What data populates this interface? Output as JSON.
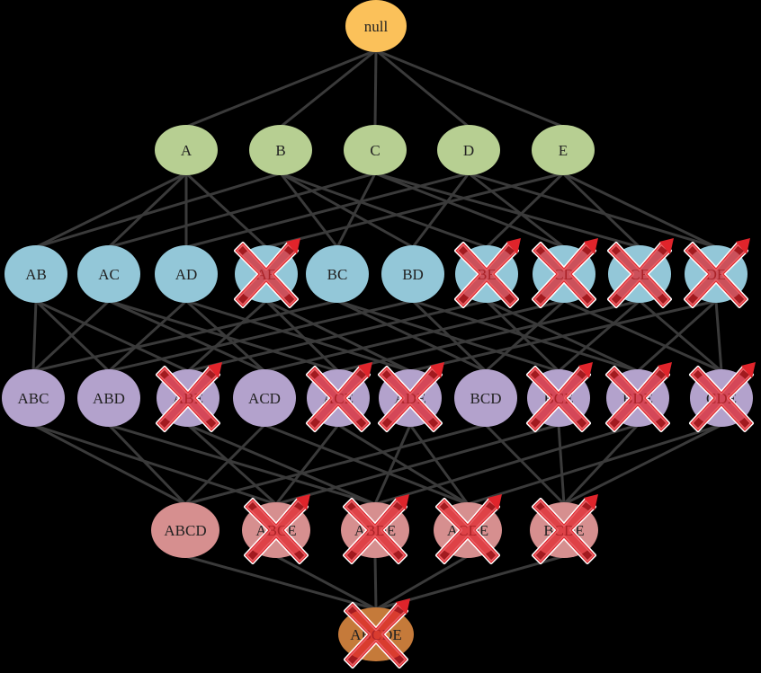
{
  "colors": {
    "background": "#000000",
    "edge": "#3a3a3a",
    "level0": "#fbc15a",
    "level1": "#b7cf92",
    "level2": "#93c7d8",
    "level3": "#b3a2cc",
    "level4": "#d68f8f",
    "level5": "#c57a3a",
    "cross_fill": "#e0242b",
    "cross_outline": "#ffffff"
  },
  "levels": [
    {
      "nodes": [
        {
          "label": "null",
          "pruned": false
        }
      ]
    },
    {
      "nodes": [
        {
          "label": "A",
          "pruned": false
        },
        {
          "label": "B",
          "pruned": false
        },
        {
          "label": "C",
          "pruned": false
        },
        {
          "label": "D",
          "pruned": false
        },
        {
          "label": "E",
          "pruned": false
        }
      ]
    },
    {
      "nodes": [
        {
          "label": "AB",
          "pruned": false
        },
        {
          "label": "AC",
          "pruned": false
        },
        {
          "label": "AD",
          "pruned": false
        },
        {
          "label": "AE",
          "pruned": true
        },
        {
          "label": "BC",
          "pruned": false
        },
        {
          "label": "BD",
          "pruned": false
        },
        {
          "label": "BE",
          "pruned": true
        },
        {
          "label": "CD",
          "pruned": true
        },
        {
          "label": "CE",
          "pruned": true
        },
        {
          "label": "DE",
          "pruned": true
        }
      ]
    },
    {
      "nodes": [
        {
          "label": "ABC",
          "pruned": false
        },
        {
          "label": "ABD",
          "pruned": false
        },
        {
          "label": "ABE",
          "pruned": true
        },
        {
          "label": "ACD",
          "pruned": false
        },
        {
          "label": "ACE",
          "pruned": true
        },
        {
          "label": "ADE",
          "pruned": true
        },
        {
          "label": "BCD",
          "pruned": false
        },
        {
          "label": "BCE",
          "pruned": true
        },
        {
          "label": "BDE",
          "pruned": true
        },
        {
          "label": "CDE",
          "pruned": true
        }
      ]
    },
    {
      "nodes": [
        {
          "label": "ABCD",
          "pruned": false
        },
        {
          "label": "ABCE",
          "pruned": true
        },
        {
          "label": "ABDE",
          "pruned": true
        },
        {
          "label": "ACDE",
          "pruned": true
        },
        {
          "label": "BCDE",
          "pruned": true
        }
      ]
    },
    {
      "nodes": [
        {
          "label": "ABCDE",
          "pruned": true
        }
      ]
    }
  ]
}
